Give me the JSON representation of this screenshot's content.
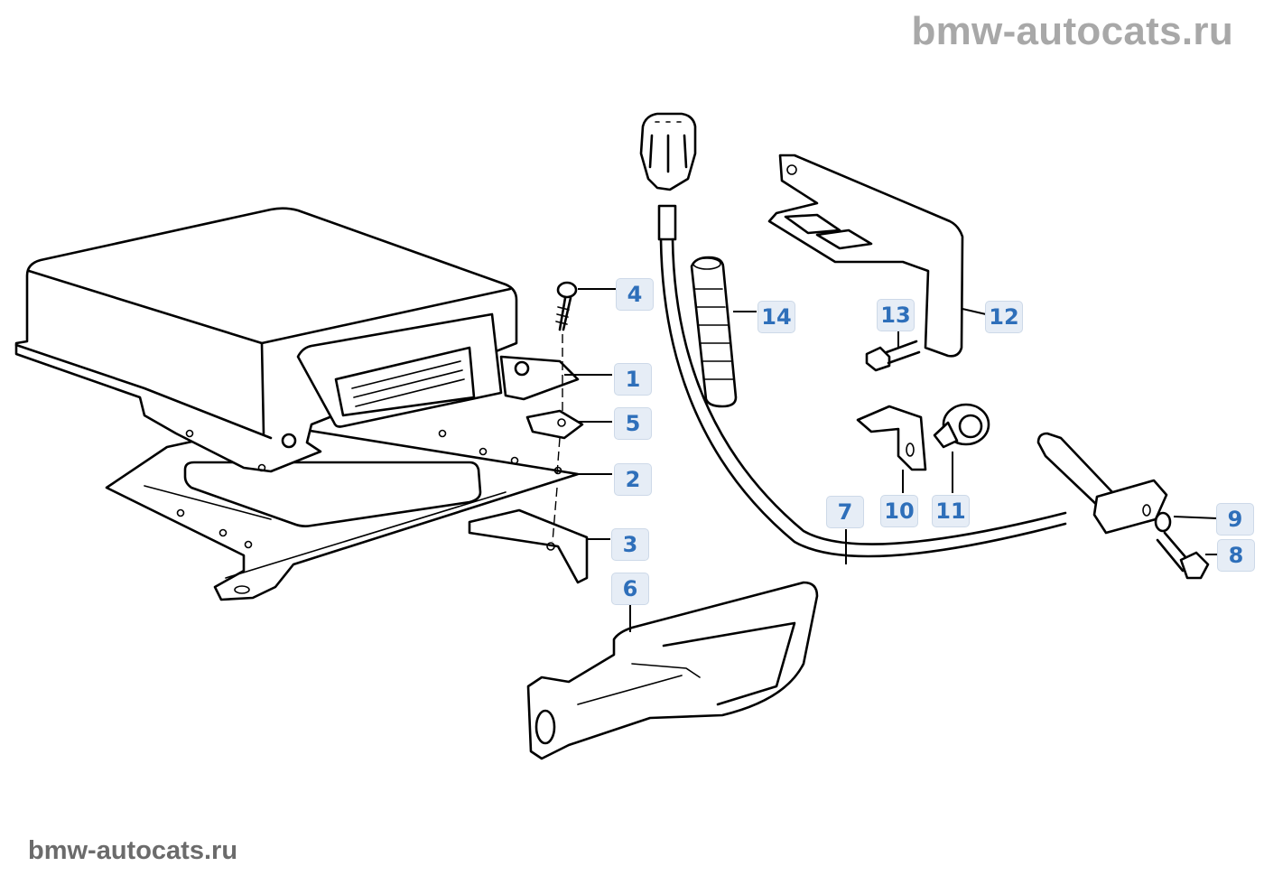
{
  "watermark": {
    "top": "bmw-autocats.ru",
    "bottom": "bmw-autocats.ru"
  },
  "diagram": {
    "type": "exploded-parts-diagram",
    "callouts": [
      {
        "id": "1",
        "label": "1",
        "part": "control-unit-bracket"
      },
      {
        "id": "2",
        "label": "2",
        "part": "mounting-plate"
      },
      {
        "id": "3",
        "label": "3",
        "part": "angle-bracket"
      },
      {
        "id": "4",
        "label": "4",
        "part": "screw"
      },
      {
        "id": "5",
        "label": "5",
        "part": "clip-nut"
      },
      {
        "id": "6",
        "label": "6",
        "part": "connector-cover"
      },
      {
        "id": "7",
        "label": "7",
        "part": "sensor-cable"
      },
      {
        "id": "8",
        "label": "8",
        "part": "hex-bolt"
      },
      {
        "id": "9",
        "label": "9",
        "part": "washer"
      },
      {
        "id": "10",
        "label": "10",
        "part": "angle-bracket-small"
      },
      {
        "id": "11",
        "label": "11",
        "part": "cable-clip"
      },
      {
        "id": "12",
        "label": "12",
        "part": "holder-bracket"
      },
      {
        "id": "13",
        "label": "13",
        "part": "hex-bolt-bracket"
      },
      {
        "id": "14",
        "label": "14",
        "part": "protective-sleeve"
      }
    ]
  }
}
